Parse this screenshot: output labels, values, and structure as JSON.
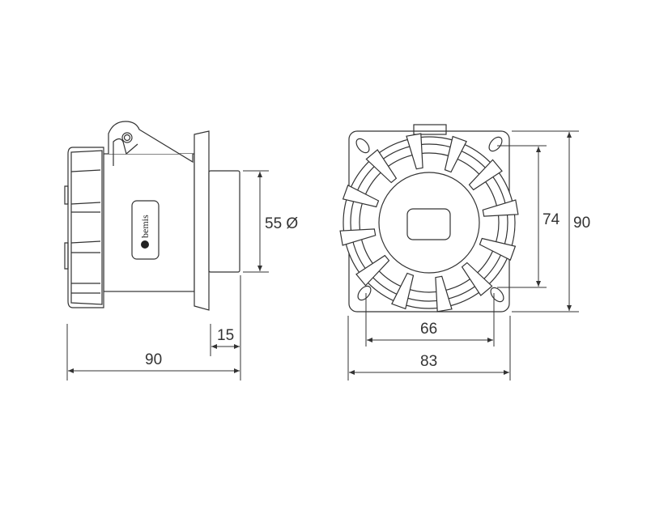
{
  "side_view": {
    "logo_text": "bemis",
    "dim_diameter": "55 Ø",
    "dim_flange_depth": "15",
    "dim_total_length": "90"
  },
  "front_view": {
    "dim_hole_vertical": "74",
    "dim_height": "90",
    "dim_hole_horizontal": "66",
    "dim_width": "83"
  },
  "colors": {
    "line": "#333333",
    "background": "#ffffff"
  }
}
